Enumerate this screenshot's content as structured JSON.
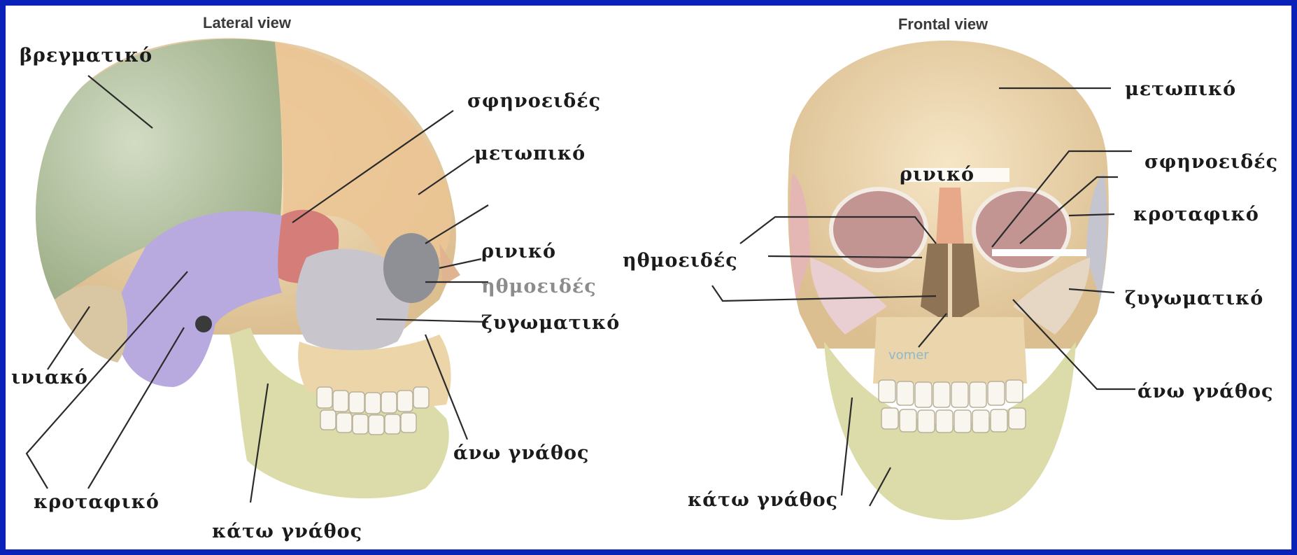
{
  "lateral": {
    "title": "Lateral view",
    "labels": {
      "parietal": "βρεγματικό",
      "sphenoid": "σφηνοειδές",
      "frontal": "μετωπικό",
      "nasal": "ρινικό",
      "ethmoid": "ηθμοειδές",
      "zygomatic": "ζυγωματικό",
      "occipital": "ινιακό",
      "maxilla": "άνω γνάθος",
      "temporal": "κροταφικό",
      "mandible": "κάτω γνάθος"
    }
  },
  "frontal": {
    "title": "Frontal view",
    "labels": {
      "frontal": "μετωπικό",
      "sphenoid": "σφηνοειδές",
      "nasal": "ρινικό",
      "temporal": "κροταφικό",
      "ethmoid": "ηθμοειδές",
      "zygomatic": "ζυγωματικό",
      "vomer": "vomer",
      "maxilla": "άνω γνάθος",
      "mandible": "κάτω γνάθος"
    }
  },
  "colors": {
    "frame": "#0b22b8",
    "parietal": "#b9c7a6",
    "frontal": "#e8c79a",
    "sphenoid": "#cf7f78",
    "temporal": "#b7a9dc",
    "zygomatic": "#c6c4c8",
    "mandible": "#dcdcaa",
    "bone": "#efd9b0"
  }
}
